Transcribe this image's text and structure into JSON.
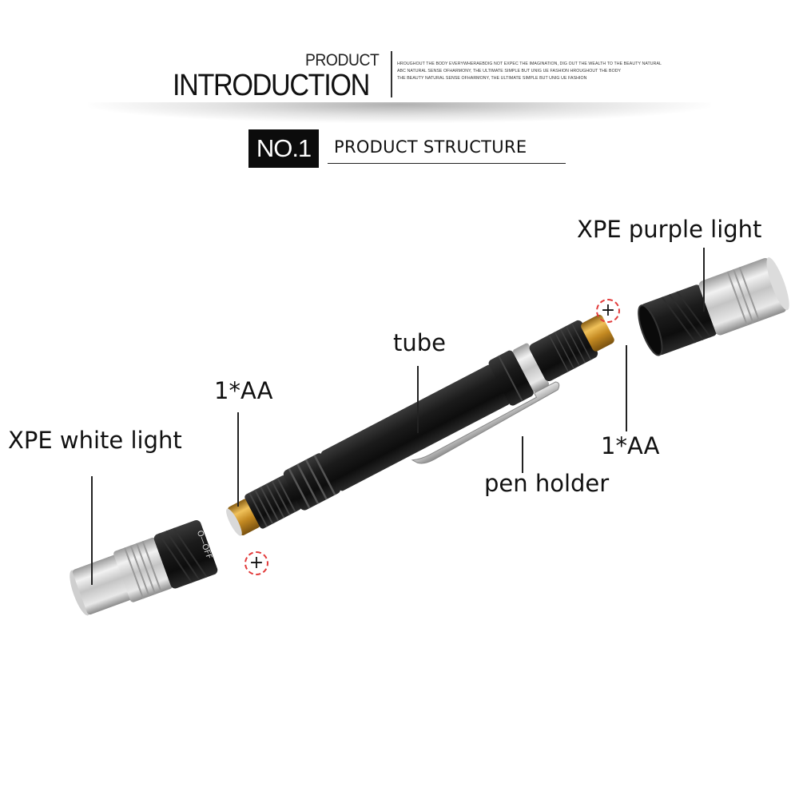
{
  "header": {
    "product_label": "PRODUCT",
    "introduction_label": "INTRODUCTION",
    "blurb_lines": [
      "HROUGHOUT THE BODY EVERYWHERAEBDIG NOT EXPEC THE IMAGINATION, DIG OUT THE WEALTH TO THE BEAUTY NATURAL",
      "ABC NATURAL SENSE OFHARMONY, THE ULTIMATE SIMPLE BUT UNIG UE FASHION HROUGHOUT THE BODY",
      "THE BEAUTY NATURAL SENSE OFHARMONY, THE ULTIMATE SIMPLE BUT UNIG UE FASHION"
    ]
  },
  "section": {
    "number_badge": "NO.1",
    "title": "PRODUCT STRUCTURE"
  },
  "labels": {
    "xpe_purple_light": "XPE purple light",
    "tube": "tube",
    "battery_left": "1*AA",
    "battery_right": "1*AA",
    "xpe_white_light": "XPE white light",
    "pen_holder": "pen holder",
    "switch_text": "O—OFF"
  },
  "polarity_markers": [
    {
      "symbol": "+",
      "position": "top-right battery end"
    },
    {
      "symbol": "+",
      "position": "bottom-left battery end"
    }
  ],
  "colors": {
    "background": "#ffffff",
    "text": "#111111",
    "badge_bg": "#0c0c0c",
    "badge_text": "#ffffff",
    "marker_dash": "#e23b3b",
    "tube_black": "#1a1a1a",
    "aluminum": "#c8c8c8",
    "brass": "#c9962e"
  }
}
